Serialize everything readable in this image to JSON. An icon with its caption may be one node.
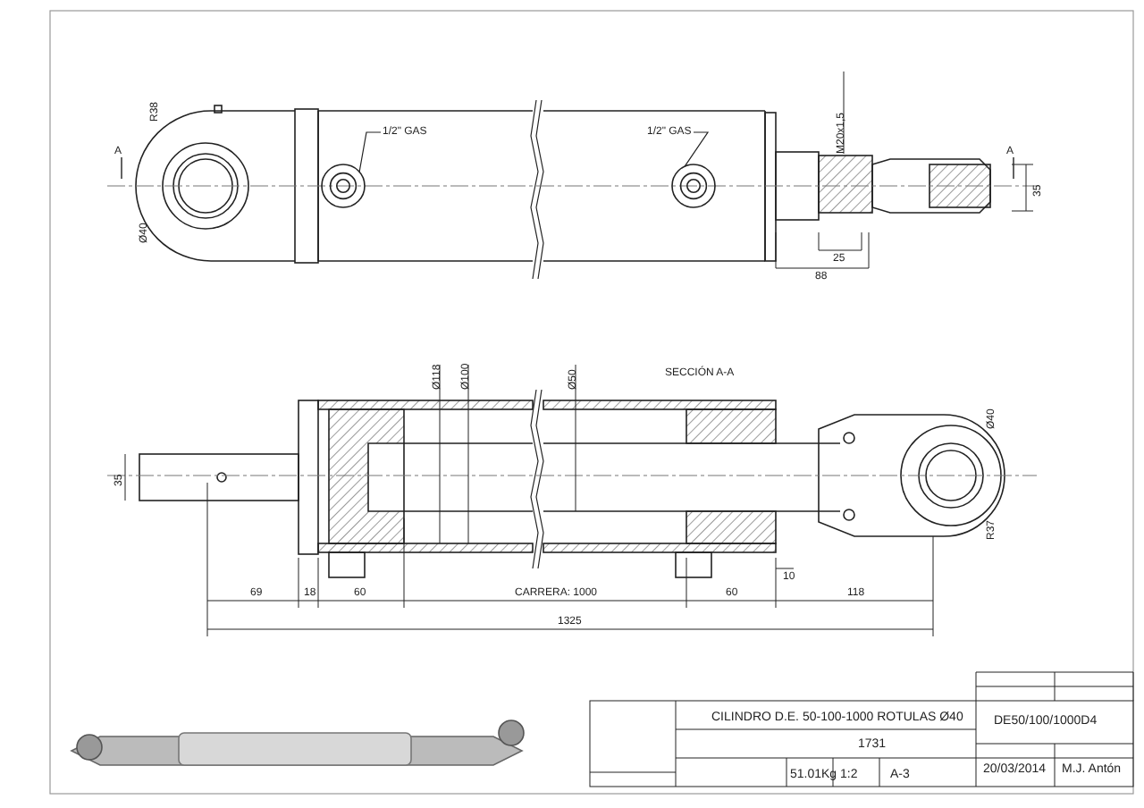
{
  "diagram": {
    "nodes": [
      {
        "text": [
          "1/2\" GAS"
        ]
      },
      {
        "text": [],
        "shape": "circle"
      },
      {
        "text": [
          "1/2\" GAS"
        ]
      },
      {
        "text": [],
        "shape": "circle"
      }
    ],
    "edges": [
      {
        "from": 0,
        "to": 1,
        "arrow": "none"
      },
      {
        "from": 2,
        "to": 3,
        "arrow": "none"
      }
    ],
    "labels": [
      "R38",
      "A",
      "Ø40",
      "M20x1,5",
      "A",
      "35",
      "25",
      "88",
      "Ø118",
      "Ø100",
      "Ø50",
      "SECCIÓN A-A",
      "Ø40",
      "35",
      "R37",
      "10",
      "69",
      "18",
      "60",
      "CARRERA: 1000",
      "60",
      "118",
      "1325",
      "CILINDRO D.E. 50-100-1000 ROTULAS Ø40",
      "DE50/100/1000D4",
      "1731",
      "20/03/2014",
      "M.J. Antón",
      "51.01Kg",
      "1:2",
      "A-3"
    ]
  }
}
